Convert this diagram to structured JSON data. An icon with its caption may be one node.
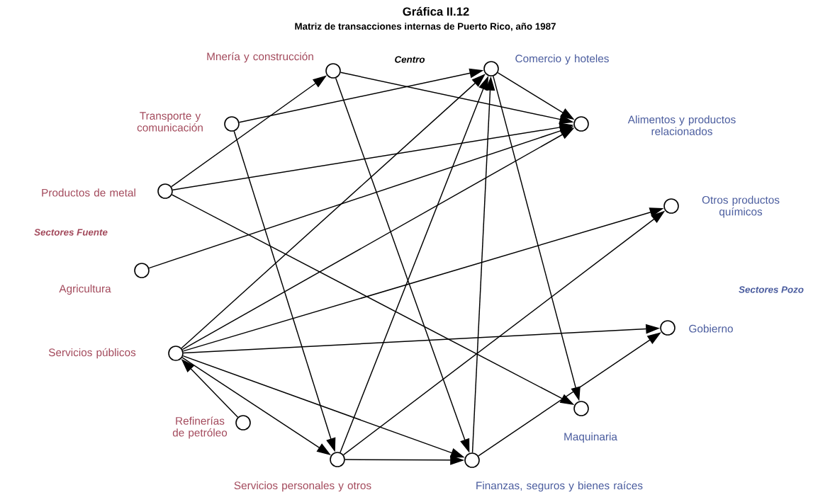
{
  "diagram": {
    "title": "Gráfica II.12",
    "nodes": [
      {
        "text": [
          "Mnería y construcción"
        ]
      },
      {
        "text": [
          "Comercio y hoteles"
        ]
      },
      {
        "text": [
          "Transporte y comunicación"
        ]
      },
      {
        "text": [
          "Alimentos y productos relacionados"
        ]
      },
      {
        "text": [
          "Productos de metal"
        ]
      },
      {
        "text": [
          "Otros productos químicos"
        ]
      },
      {
        "text": [
          "Agricultura"
        ]
      },
      {
        "text": [
          "Gobierno"
        ]
      },
      {
        "text": [
          "Servicios públicos"
        ]
      },
      {
        "text": [
          "Maquinaria"
        ]
      },
      {
        "text": [
          "Refinerías de petróleo"
        ]
      },
      {
        "text": [
          "Servicios personales y otros"
        ]
      },
      {
        "text": [
          "Finanzas, seguros y bienes raíces"
        ]
      }
    ],
    "edges": [
      {
        "from": 4,
        "to": 0,
        "arrow": "to"
      },
      {
        "from": 2,
        "to": 1,
        "arrow": "to"
      },
      {
        "from": 0,
        "to": 3,
        "arrow": "to"
      },
      {
        "from": 0,
        "to": 12,
        "arrow": "to"
      },
      {
        "from": 2,
        "to": 11,
        "arrow": "to"
      },
      {
        "from": 4,
        "to": 3,
        "arrow": "to"
      },
      {
        "from": 4,
        "to": 9,
        "arrow": "to"
      },
      {
        "from": 6,
        "to": 3,
        "arrow": "to"
      },
      {
        "from": 1,
        "to": 3,
        "arrow": "to"
      },
      {
        "from": 1,
        "to": 9,
        "arrow": "to"
      },
      {
        "from": 8,
        "to": 1,
        "arrow": "to"
      },
      {
        "from": 8,
        "to": 3,
        "arrow": "to"
      },
      {
        "from": 8,
        "to": 5,
        "arrow": "to"
      },
      {
        "from": 8,
        "to": 7,
        "arrow": "to"
      },
      {
        "from": 8,
        "to": 11,
        "arrow": "to"
      },
      {
        "from": 8,
        "to": 12,
        "arrow": "to"
      },
      {
        "from": 10,
        "to": 8,
        "arrow": "to"
      },
      {
        "from": 11,
        "to": 1,
        "arrow": "to"
      },
      {
        "from": 11,
        "to": 5,
        "arrow": "to"
      },
      {
        "from": 11,
        "to": 12,
        "arrow": "to"
      },
      {
        "from": 12,
        "to": 1,
        "arrow": "to"
      },
      {
        "from": 12,
        "to": 7,
        "arrow": "to"
      }
    ],
    "labels": [
      "Matriz de transacciones internas de Puerto Rico, año 1987",
      "Centro",
      "Sectores Fuente",
      "Sectores Pozo"
    ]
  }
}
